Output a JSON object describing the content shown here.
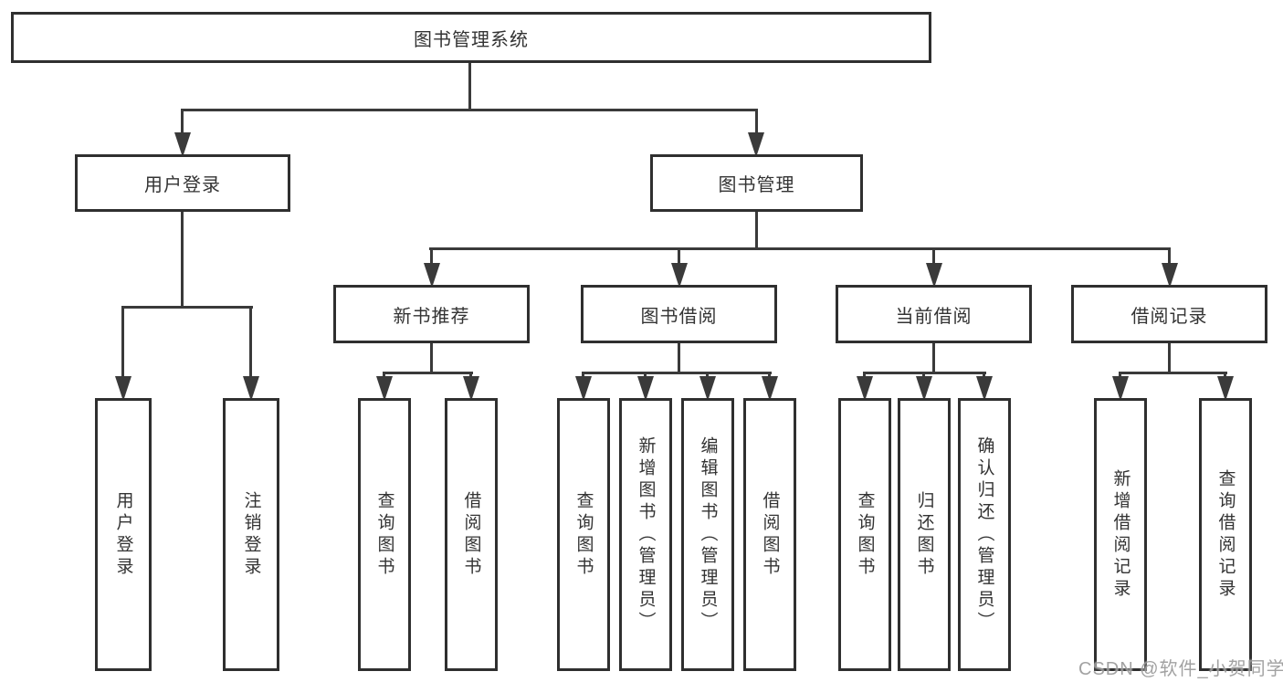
{
  "diagram": {
    "background_color": "#ffffff",
    "line_color": "#3a3a3a",
    "box_border_color": "#2f2f2f",
    "text_color": "#333333"
  },
  "tree": {
    "root": "图书管理系统",
    "branches": [
      {
        "label": "用户登录",
        "children": [
          {
            "label": "用户登录"
          },
          {
            "label": "注销登录"
          }
        ]
      },
      {
        "label": "图书管理",
        "children": [
          {
            "label": "新书推荐",
            "children": [
              {
                "label": "查询图书"
              },
              {
                "label": "借阅图书"
              }
            ]
          },
          {
            "label": "图书借阅",
            "children": [
              {
                "label": "查询图书"
              },
              {
                "label": "新增图书（管理员）"
              },
              {
                "label": "编辑图书（管理员）"
              },
              {
                "label": "借阅图书"
              }
            ]
          },
          {
            "label": "当前借阅",
            "children": [
              {
                "label": "查询图书"
              },
              {
                "label": "归还图书"
              },
              {
                "label": "确认归还（管理员）"
              }
            ]
          },
          {
            "label": "借阅记录",
            "children": [
              {
                "label": "新增借阅记录"
              },
              {
                "label": "查询借阅记录"
              }
            ]
          }
        ]
      }
    ]
  },
  "watermark": {
    "text": "CSDN @软件_小贺同学",
    "color": "#9b9b9b"
  }
}
